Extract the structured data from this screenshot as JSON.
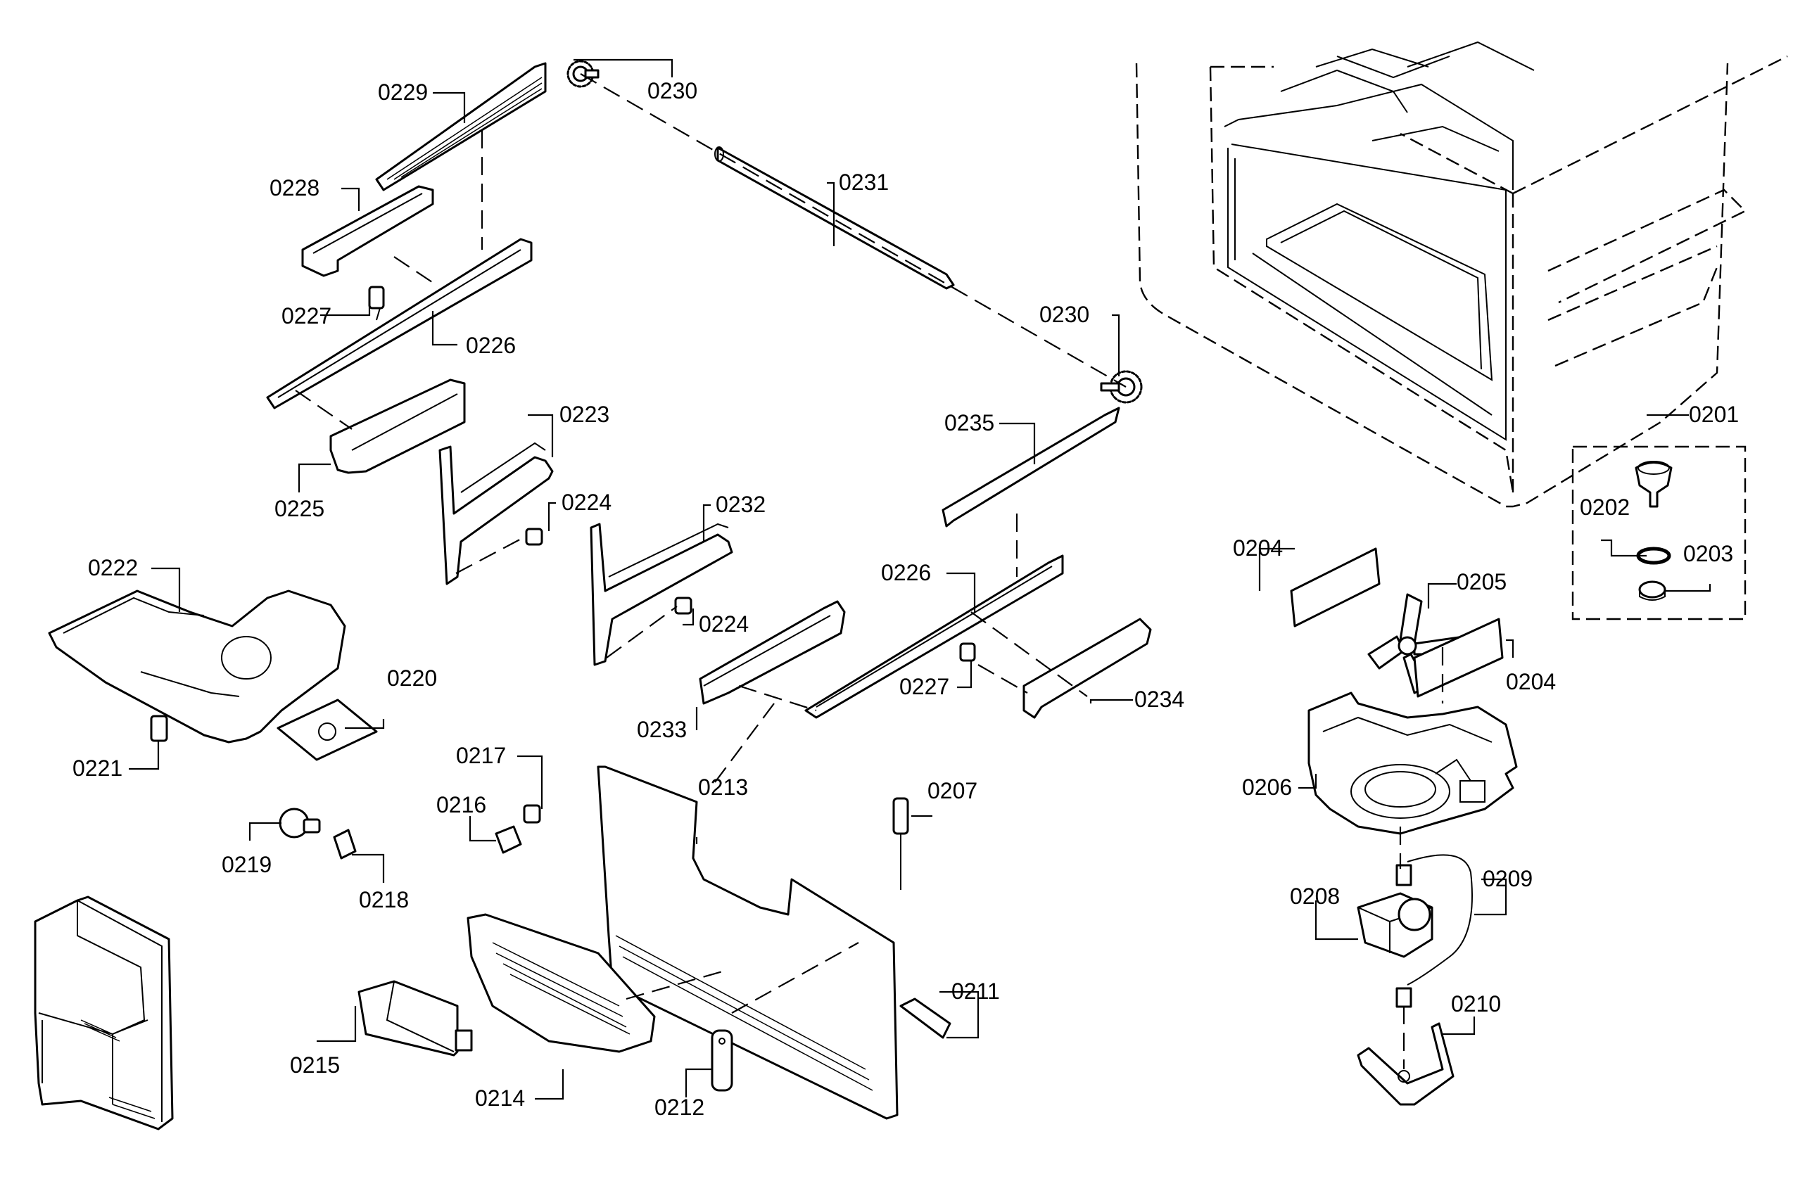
{
  "labels": {
    "p0229": "0229",
    "p0230a": "0230",
    "p0228": "0228",
    "p0231": "0231",
    "p0227a": "0227",
    "p0226a": "0226",
    "p0230b": "0230",
    "p0235": "0235",
    "p0201": "0201",
    "p0223": "0223",
    "p0225": "0225",
    "p0224a": "0224",
    "p0232": "0232",
    "p0202": "0202",
    "p0203": "0203",
    "p0222": "0222",
    "p0226b": "0226",
    "p0204a": "0204",
    "p0205": "0205",
    "p0224b": "0224",
    "p0204b": "0204",
    "p0220": "0220",
    "p0227b": "0227",
    "p0234": "0234",
    "p0233": "0233",
    "p0221": "0221",
    "p0217": "0217",
    "p0213": "0213",
    "p0206": "0206",
    "p0207": "0207",
    "p0216": "0216",
    "p0219": "0219",
    "p0209": "0209",
    "p0218": "0218",
    "p0208": "0208",
    "p0211": "0211",
    "p0210": "0210",
    "p0215": "0215",
    "p0214": "0214",
    "p0212": "0212"
  }
}
